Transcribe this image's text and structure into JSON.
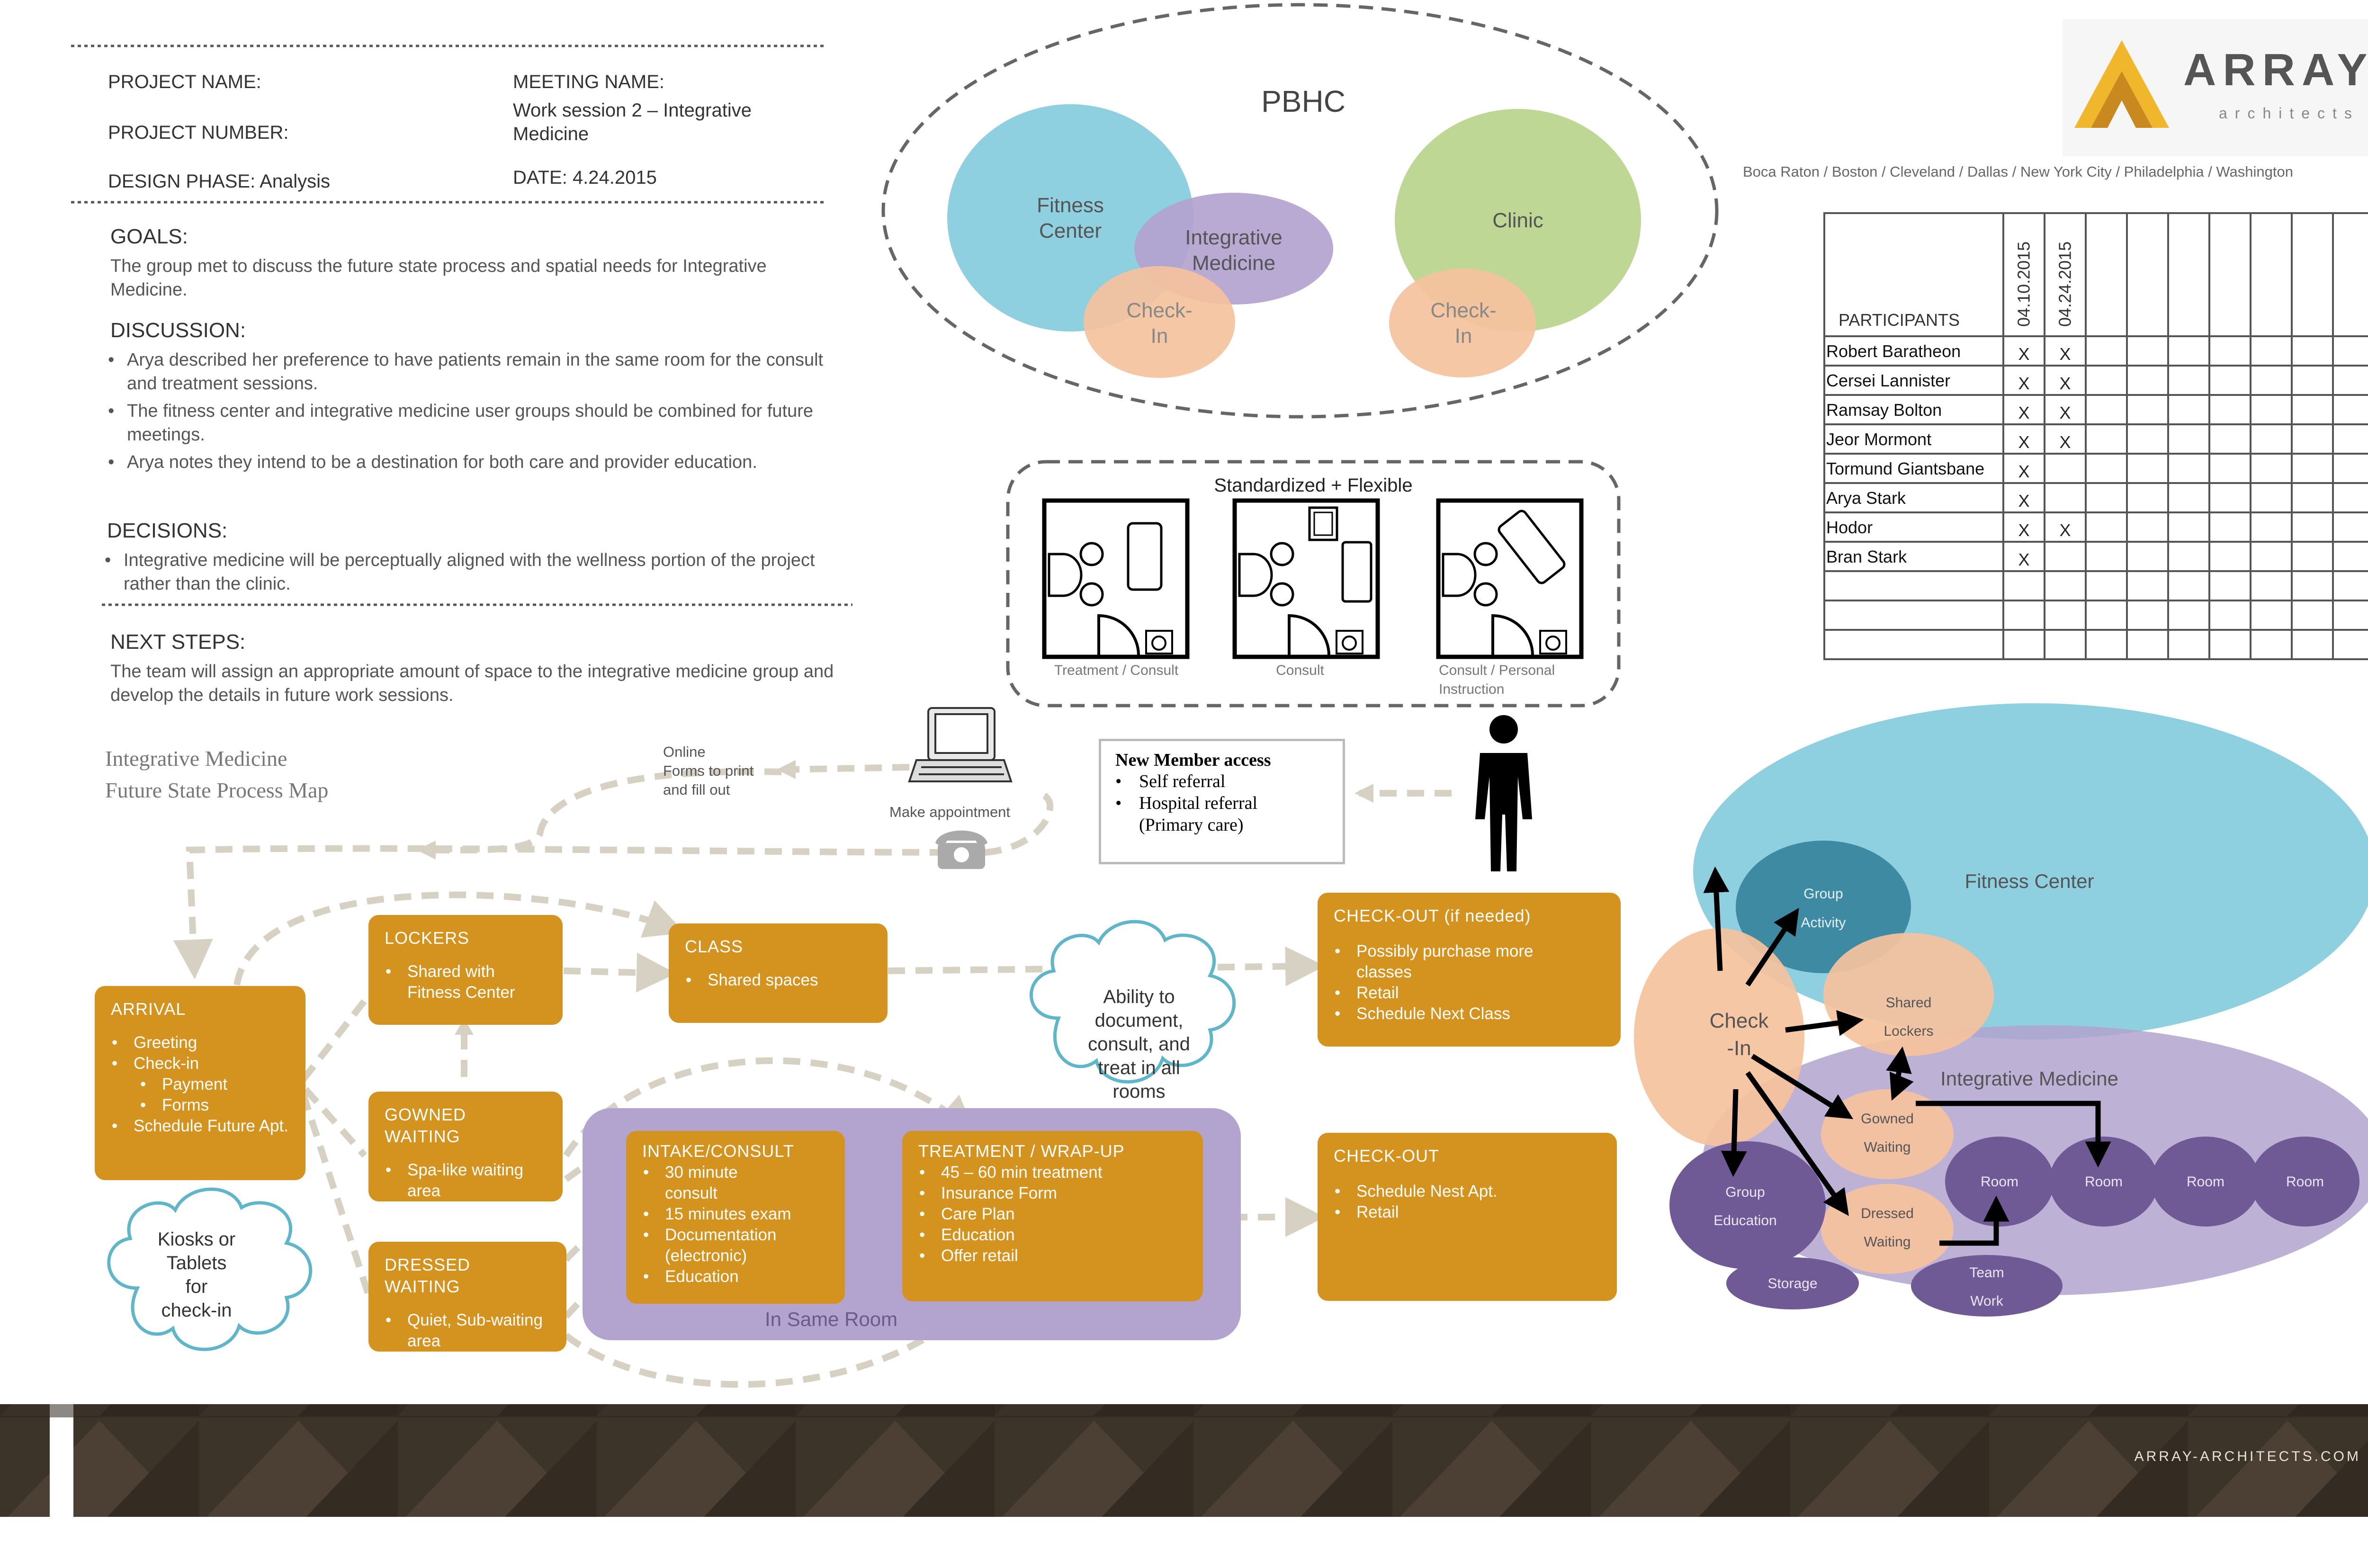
{
  "header": {
    "project_name_label": "PROJECT NAME:",
    "project_number_label": "PROJECT NUMBER:",
    "design_phase": "DESIGN PHASE: Analysis",
    "meeting_name_label": "MEETING NAME:",
    "meeting_name_line1": "Work session 2 – Integrative",
    "meeting_name_line2": "Medicine",
    "date": "DATE:  4.24.2015"
  },
  "brand": {
    "logo_word": "ARRAY",
    "logo_sub": "architects",
    "offices": "Boca Raton / Boston / Cleveland / Dallas / New York City / Philadelphia / Washington",
    "website": "ARRAY-ARCHITECTS.COM",
    "accent": "#d4931f",
    "purple": "#b3a3cf",
    "blue": "#8ecfdf"
  },
  "notes": {
    "goals_title": "GOALS:",
    "goals_text": "The group met to discuss the future state process and spatial needs for Integrative Medicine.",
    "discussion_title": "DISCUSSION:",
    "discussion_items": [
      "Arya described her preference to have patients remain in the same room for the consult and treatment sessions.",
      "The fitness center and integrative medicine user groups should be combined for future meetings.",
      "Arya notes they intend to be a destination for both care and provider education."
    ],
    "decisions_title": "DECISIONS:",
    "decisions_items": [
      "Integrative medicine will be perceptually aligned with the wellness portion of the project rather than the clinic."
    ],
    "next_steps_title": "NEXT STEPS:",
    "next_steps_text": "The team will assign an appropriate amount of space to the integrative medicine group and develop the details in future work sessions."
  },
  "pbhc": {
    "title": "PBHC",
    "fitness_l1": "Fitness",
    "fitness_l2": "Center",
    "integrative_l1": "Integrative",
    "integrative_l2": "Medicine",
    "checkin_l1": "Check-",
    "checkin_l2": "In",
    "clinic": "Clinic"
  },
  "rooms": {
    "title": "Standardized + Flexible",
    "room1": "Treatment / Consult",
    "room2": "Consult",
    "room3_l1": "Consult / Personal",
    "room3_l2": "Instruction"
  },
  "participants": {
    "header": "PARTICIPANTS",
    "dates": [
      "04.10.2015",
      "04.24.2015"
    ],
    "rows": [
      {
        "name": "Robert Baratheon",
        "marks": [
          "X",
          "X"
        ]
      },
      {
        "name": "Cersei Lannister",
        "marks": [
          "X",
          "X"
        ]
      },
      {
        "name": "Ramsay Bolton",
        "marks": [
          "X",
          "X"
        ]
      },
      {
        "name": "Jeor Mormont",
        "marks": [
          "X",
          "X"
        ]
      },
      {
        "name": "Tormund Giantsbane",
        "marks": [
          "X",
          ""
        ]
      },
      {
        "name": "Arya Stark",
        "marks": [
          "X",
          ""
        ]
      },
      {
        "name": "Hodor",
        "marks": [
          "X",
          "X"
        ]
      },
      {
        "name": "Bran Stark",
        "marks": [
          "X",
          ""
        ]
      },
      {
        "name": "",
        "marks": [
          "",
          ""
        ]
      },
      {
        "name": "",
        "marks": [
          "",
          ""
        ]
      },
      {
        "name": "",
        "marks": [
          "",
          ""
        ]
      }
    ]
  },
  "process_map": {
    "title_l1": "Integrative Medicine",
    "title_l2": "Future State Process Map",
    "online_l1": "Online",
    "online_l2": "Forms to print",
    "online_l3": "and fill out",
    "make_appointment": "Make appointment",
    "access_title": "New Member access",
    "access_items": [
      "Self referral",
      "Hospital referral",
      "(Primary care)"
    ],
    "arrival_title": "ARRIVAL",
    "arrival_items": [
      "Greeting",
      "Check-in"
    ],
    "arrival_sub": [
      "Payment",
      "Forms"
    ],
    "arrival_last": "Schedule Future Apt.",
    "lockers_title": "LOCKERS",
    "lockers_items": [
      "Shared with Fitness Center"
    ],
    "class_title": "CLASS",
    "class_items": [
      "Shared spaces"
    ],
    "gowned_title": "GOWNED WAITING",
    "gowned_items": [
      "Spa-like waiting area"
    ],
    "dressed_title": "DRESSED WAITING",
    "dressed_items": [
      "Quiet, Sub-waiting area"
    ],
    "intake_title": "INTAKE/CONSULT",
    "intake_items": [
      "30 minute consult",
      "15 minutes  exam",
      "Documentation (electronic)",
      "Education"
    ],
    "treatment_title": "TREATMENT / WRAP-UP",
    "treatment_items": [
      "45 – 60 min treatment",
      "Insurance Form",
      "Care Plan",
      "Education",
      "Offer retail"
    ],
    "same_room": "In Same Room",
    "checkout1_title": "CHECK-OUT (if needed)",
    "checkout1_items": [
      "Possibly purchase more classes",
      "Retail",
      "Schedule Next Class"
    ],
    "checkout2_title": "CHECK-OUT",
    "checkout2_items": [
      "Schedule Nest Apt.",
      "Retail"
    ],
    "cloud1_l1": "Ability to",
    "cloud1_l2": "document,",
    "cloud1_l3": "consult, and",
    "cloud1_l4": "treat in all",
    "cloud1_l5": "rooms",
    "cloud2_l1": "Kiosks or",
    "cloud2_l2": "Tablets",
    "cloud2_l3": "for",
    "cloud2_l4": "check-in"
  },
  "bubble": {
    "fitness_center": "Fitness Center",
    "integrative_medicine": "Integrative Medicine",
    "group_activity_l1": "Group",
    "group_activity_l2": "Activity",
    "shared_lockers_l1": "Shared",
    "shared_lockers_l2": "Lockers",
    "checkin_l1": "Check",
    "checkin_l2": "-In",
    "gowned_l1": "Gowned",
    "gowned_l2": "Waiting",
    "dressed_l1": "Dressed",
    "dressed_l2": "Waiting",
    "group_education_l1": "Group",
    "group_education_l2": "Education",
    "storage": "Storage",
    "team_work_l1": "Team",
    "team_work_l2": "Work",
    "room": "Room"
  }
}
